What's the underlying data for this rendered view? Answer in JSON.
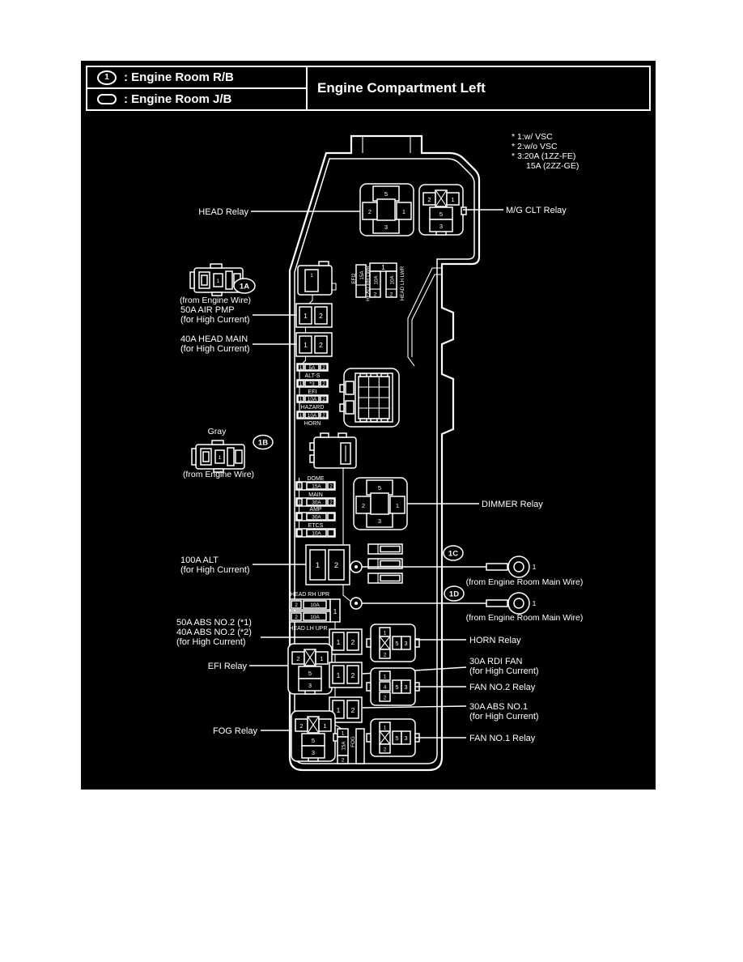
{
  "header": {
    "title": "Engine Compartment Left",
    "legend": [
      {
        "symbol": "1",
        "label": ": Engine Room R/B"
      },
      {
        "symbol": "",
        "label": ": Engine Room J/B"
      }
    ]
  },
  "notes": [
    "* 1:w/ VSC",
    "* 2:w/o VSC",
    "* 3:20A (1ZZ-FE)",
    "15A (2ZZ-GE)"
  ],
  "refs": {
    "a": "1A",
    "b": "1B",
    "c": "1C",
    "d": "1D"
  },
  "pins": {
    "p1": "1",
    "p2": "2",
    "p3": "3",
    "p4": "4",
    "p5": "5"
  },
  "ring_pin": "1",
  "callouts": {
    "head_relay": "HEAD Relay",
    "mg_clt_relay": "M/G CLT Relay",
    "dimmer_relay": "DIMMER Relay",
    "horn_relay": "HORN Relay",
    "efi_relay": "EFI Relay",
    "fog_relay": "FOG Relay",
    "fan_no2_relay": "FAN NO.2 Relay",
    "fan_no1_relay": "FAN NO.1 Relay",
    "air_pmp_1": "50A AIR PMP",
    "air_pmp_2": "(for High Current)",
    "head_main_1": "40A HEAD MAIN",
    "head_main_2": "(for High Current)",
    "alt_1": "100A ALT",
    "alt_2": "(for High Current)",
    "abs_no2_1": "50A ABS NO.2 (*1)",
    "abs_no2_2": "40A ABS NO.2 (*2)",
    "abs_no2_3": "(for High Current)",
    "rdi_fan_1": "30A RDI FAN",
    "rdi_fan_2": "(for High Current)",
    "abs_no1_1": "30A ABS NO.1",
    "abs_no1_2": "(for High Current)",
    "from_engine_wire": "(from Engine Wire)",
    "gray": "Gray",
    "from_main_wire": "(from Engine Room Main Wire)"
  },
  "fuses": {
    "col1": [
      {
        "l": "1",
        "v": "5A",
        "r": "2",
        "name": "ALT-S"
      },
      {
        "l": "1",
        "v": "*3",
        "r": "2",
        "name": "EFI"
      },
      {
        "l": "1",
        "v": "10A",
        "r": "2",
        "name": "HAZARD"
      },
      {
        "l": "1",
        "v": "10A",
        "r": "2",
        "name": "HORN"
      }
    ],
    "col2": [
      {
        "l": "1",
        "v": "15A",
        "r": "2",
        "name": "DOME"
      },
      {
        "l": "1",
        "v": "30A",
        "r": "2",
        "name": "MAIN"
      },
      {
        "l": "",
        "v": "30A",
        "r": "",
        "name": "AMP"
      },
      {
        "l": "",
        "v": "10A",
        "r": "",
        "name": "ETCS"
      }
    ],
    "vertical": {
      "bracket": "1",
      "efi2": {
        "name": "EFI2",
        "v": "15A"
      },
      "rh": {
        "name": "HEAD RH LWR",
        "v": "10A",
        "b": "2"
      },
      "lh": {
        "name": "HEAD LH LWR",
        "v": "10A",
        "b": "2"
      }
    },
    "head_upr": {
      "top": "HEAD RH UPR",
      "bottom": "HEAD LH UPR",
      "bracket": "1",
      "r1": {
        "l": "2",
        "v": "10A"
      },
      "r2": {
        "l": "2",
        "v": "10A"
      }
    },
    "fog": {
      "t": "1",
      "v": "15A",
      "name": "FOG",
      "b": "2"
    }
  }
}
